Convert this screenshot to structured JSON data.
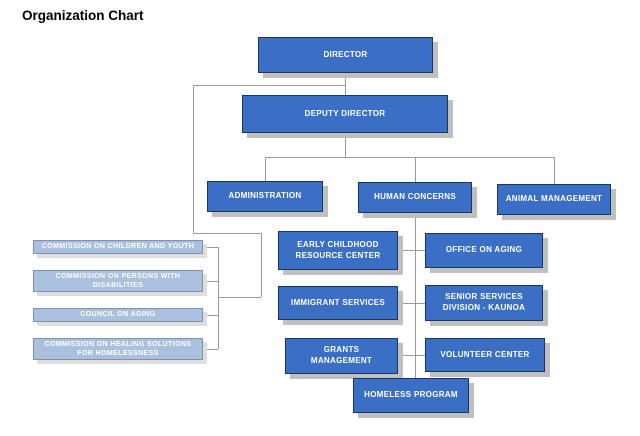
{
  "title": "Organization Chart",
  "colors": {
    "primary_box_fill": "#3b6fc5",
    "primary_box_border": "#17375e",
    "primary_box_shadow": "#bfbfbf",
    "light_box_fill": "#a9c0de",
    "light_box_border": "#7f94ac",
    "connector_line": "#9a9a9a",
    "box_label_text": "#ffffff",
    "title_text": "#000000"
  },
  "nodes": {
    "director": {
      "label": "DIRECTOR"
    },
    "deputy_director": {
      "label": "DEPUTY DIRECTOR"
    },
    "administration": {
      "label": "ADMINISTRATION"
    },
    "human_concerns": {
      "label": "HUMAN CONCERNS"
    },
    "animal_management": {
      "label": "ANIMAL MANAGEMENT"
    },
    "early_childhood_resource_center": {
      "label": "EARLY CHILDHOOD\nRESOURCE CENTER"
    },
    "office_on_aging": {
      "label": "OFFICE ON AGING"
    },
    "immigrant_services": {
      "label": "IMMIGRANT SERVICES"
    },
    "senior_services_division": {
      "label": "SENIOR SERVICES\nDIVISION - KAUNOA"
    },
    "grants_management": {
      "label": "GRANTS\nMANAGEMENT"
    },
    "volunteer_center": {
      "label": "VOLUNTEER CENTER"
    },
    "homeless_program": {
      "label": "HOMELESS PROGRAM"
    },
    "commission_children_youth": {
      "label": "COMMISSION ON CHILDREN AND YOUTH"
    },
    "commission_persons_disabilities": {
      "label": "COMMISSION ON PERSONS WITH\nDISABILITIES"
    },
    "council_on_aging": {
      "label": "COUNCIL ON AGING"
    },
    "commission_healing_homelessness": {
      "label": "COMMISSION ON HEALING SOLUTIONS\nFOR HOMELESSNESS"
    }
  }
}
